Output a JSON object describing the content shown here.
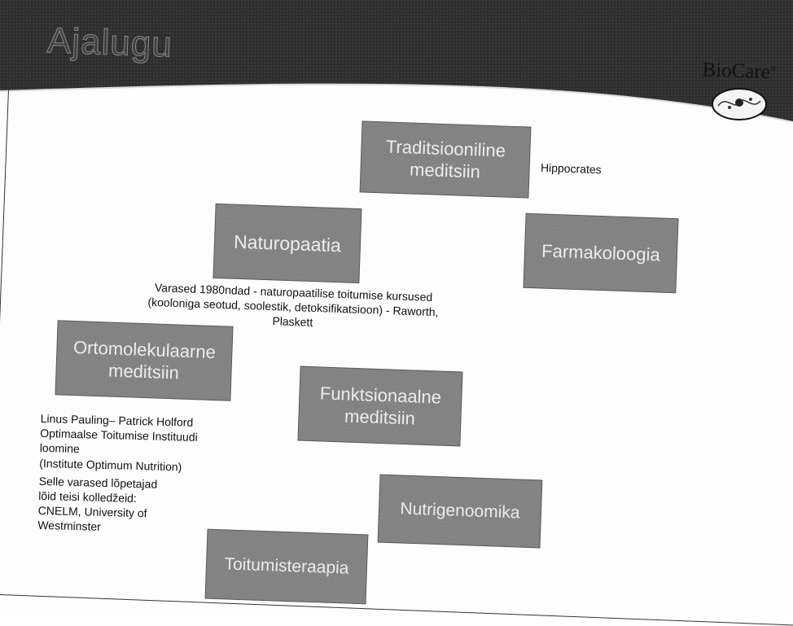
{
  "slide": {
    "title": "Ajalugu",
    "logo": {
      "text": "BioCare",
      "mark": "®",
      "emblem_icon": "biocare-emblem-icon"
    }
  },
  "boxes": {
    "traditional": "Traditsiooniline meditsiin",
    "naturopathy": "Naturopaatia",
    "pharmacology": "Farmakoloogia",
    "orthomolecular": "Ortomolekulaarne meditsiin",
    "functional": "Funktsionaalne meditsiin",
    "nutrigenomics": "Nutrigenoomika",
    "nutrition_therapy": "Toitumisteraapia"
  },
  "notes": {
    "hippocrates": "Hippocrates",
    "naturopathy_line1": "Varased 1980ndad  - naturopaatilise toitumise kursused",
    "naturopathy_line2": "(kooloniga seotud, soolestik, detoksifikatsioon) - Raworth,",
    "naturopathy_line3": "Plaskett",
    "pauling_lines": [
      "Linus Pauling– Patrick Holford",
      "Optimaalse Toitumise Instituudi",
      "loomine",
      "(Institute Optimum Nutrition)",
      "Selle varased lõpetajad",
      "lõid teisi kolledžeid:",
      "CNELM,  University of",
      "Westminster"
    ]
  },
  "colors": {
    "banner_dark": "#2a2a2a",
    "box_fill": "#7f7f7f",
    "box_text": "#ececec"
  }
}
